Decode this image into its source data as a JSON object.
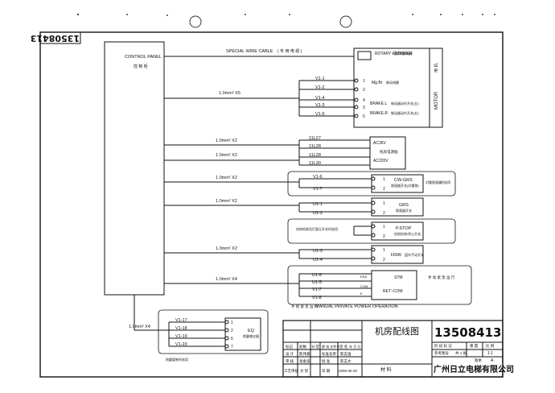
{
  "header": {
    "drawing_no_rotated": "13508413"
  },
  "control_panel": {
    "title": "CONTROL PANEL",
    "subtitle": "控 制 柜"
  },
  "cable": {
    "label": "SPECIAL WIRE CABLE",
    "note": "( 专 用 电 缆 )"
  },
  "motor": {
    "rotary_encoder": "ROTARY ENCODER",
    "rotary_encoder_cn": "旋转编码器",
    "label": "MOTOR",
    "cn": "电 机",
    "brake_br": "Mg.Br",
    "brake_br_cn": "制动线圈",
    "brake_l": "BRAKE.L",
    "brake_l_cn": "制动器动作开关(左)",
    "brake_r": "BRAKE.R",
    "brake_r_cn": "制动器动作开关(右)"
  },
  "wire_specs": {
    "s1": "1.0mm² X5",
    "s2": "1.0mm² X2",
    "s3": "1.0mm² X2",
    "s4": "1.0mm² X2",
    "s5": "1.0mm² X2",
    "s6": "1.0mm² X2",
    "s7": "1.0mm² X4",
    "s8": "1.0mm² X4"
  },
  "group_brake": {
    "wires": [
      "V1-1",
      "V1-2",
      "V1-4",
      "V1-3",
      "V1-5"
    ],
    "pins": [
      "1",
      "2",
      "4",
      "3",
      "5"
    ]
  },
  "group_fan": {
    "wires": [
      "11L27",
      "11L28",
      "11L28",
      "11L30"
    ],
    "ac36": "AC36V",
    "fan_cn": "机房电源插",
    "ac220": "AC220V"
  },
  "group_cw": {
    "wires": [
      "V1-6",
      "V1-7"
    ],
    "pins": [
      "1",
      "2"
    ],
    "label": "CW-GRS",
    "cn": "限速器开关(对重侧)",
    "note": "对重限速器",
    "note2": "时选用"
  },
  "group_grs": {
    "wires": [
      "U1-1",
      "U1-2"
    ],
    "pins": [
      "1",
      "2"
    ],
    "label": "GRS",
    "cn": "限速器开关"
  },
  "group_pstop": {
    "pins": [
      "1",
      "2"
    ],
    "label": "P.STOP",
    "cn": "机房检修/停止开关",
    "note": "机房检修及打复位开关时选用"
  },
  "group_hsw": {
    "wires": [
      "U1-3",
      "U1-4"
    ],
    "pins": [
      "1",
      "2"
    ],
    "label": "HSW",
    "cn": "盘车手动开关"
  },
  "group_mpo": {
    "wires": [
      "U1-6",
      "U1-5",
      "V1-7",
      "V1-8"
    ],
    "tags": [
      "ERA",
      "COM",
      "E"
    ],
    "label_top": "STM",
    "label_bot": "RET~COM",
    "side_cn": "手 动 紧 急 运 行",
    "footer": "MANUAL PRIVATE POWER OPERATION",
    "footer_cn": "手 摇 紧 急 运 行"
  },
  "group_eq": {
    "wires": [
      "V1-17",
      "V1-18",
      "V1-19",
      "V1-20"
    ],
    "pins": [
      "1",
      "2",
      "6",
      "7"
    ],
    "label": "EQ",
    "cn": "地震感应器",
    "note": "地震管制时选用"
  },
  "title_block": {
    "title": "机房配线图",
    "drawing_no": "13508413",
    "company": "广州日立电梯有限公司",
    "scale_label": "比 例",
    "scale": "1:1",
    "sheet_label": "共 1 张",
    "sheet_no": "第 1 张",
    "rev_label": "版本",
    "rev": "A",
    "material_label": "材 料",
    "date": "2006-06-20",
    "rows": [
      [
        "标记",
        "处数",
        "分 区",
        "更 改 文件号",
        "签 名",
        "年 月 日"
      ],
      [
        "设 计",
        "陈伟豪",
        "标准化审",
        "陈志强"
      ],
      [
        "审 核",
        "张金波",
        "批 准",
        "陈志文"
      ],
      [
        "工艺审核",
        "文 智",
        "日 期",
        "2006-06-20"
      ]
    ],
    "right_rows": [
      "阶 段 标 记",
      "重 量",
      "比 例",
      "参考图号",
      "第 1 张"
    ]
  }
}
